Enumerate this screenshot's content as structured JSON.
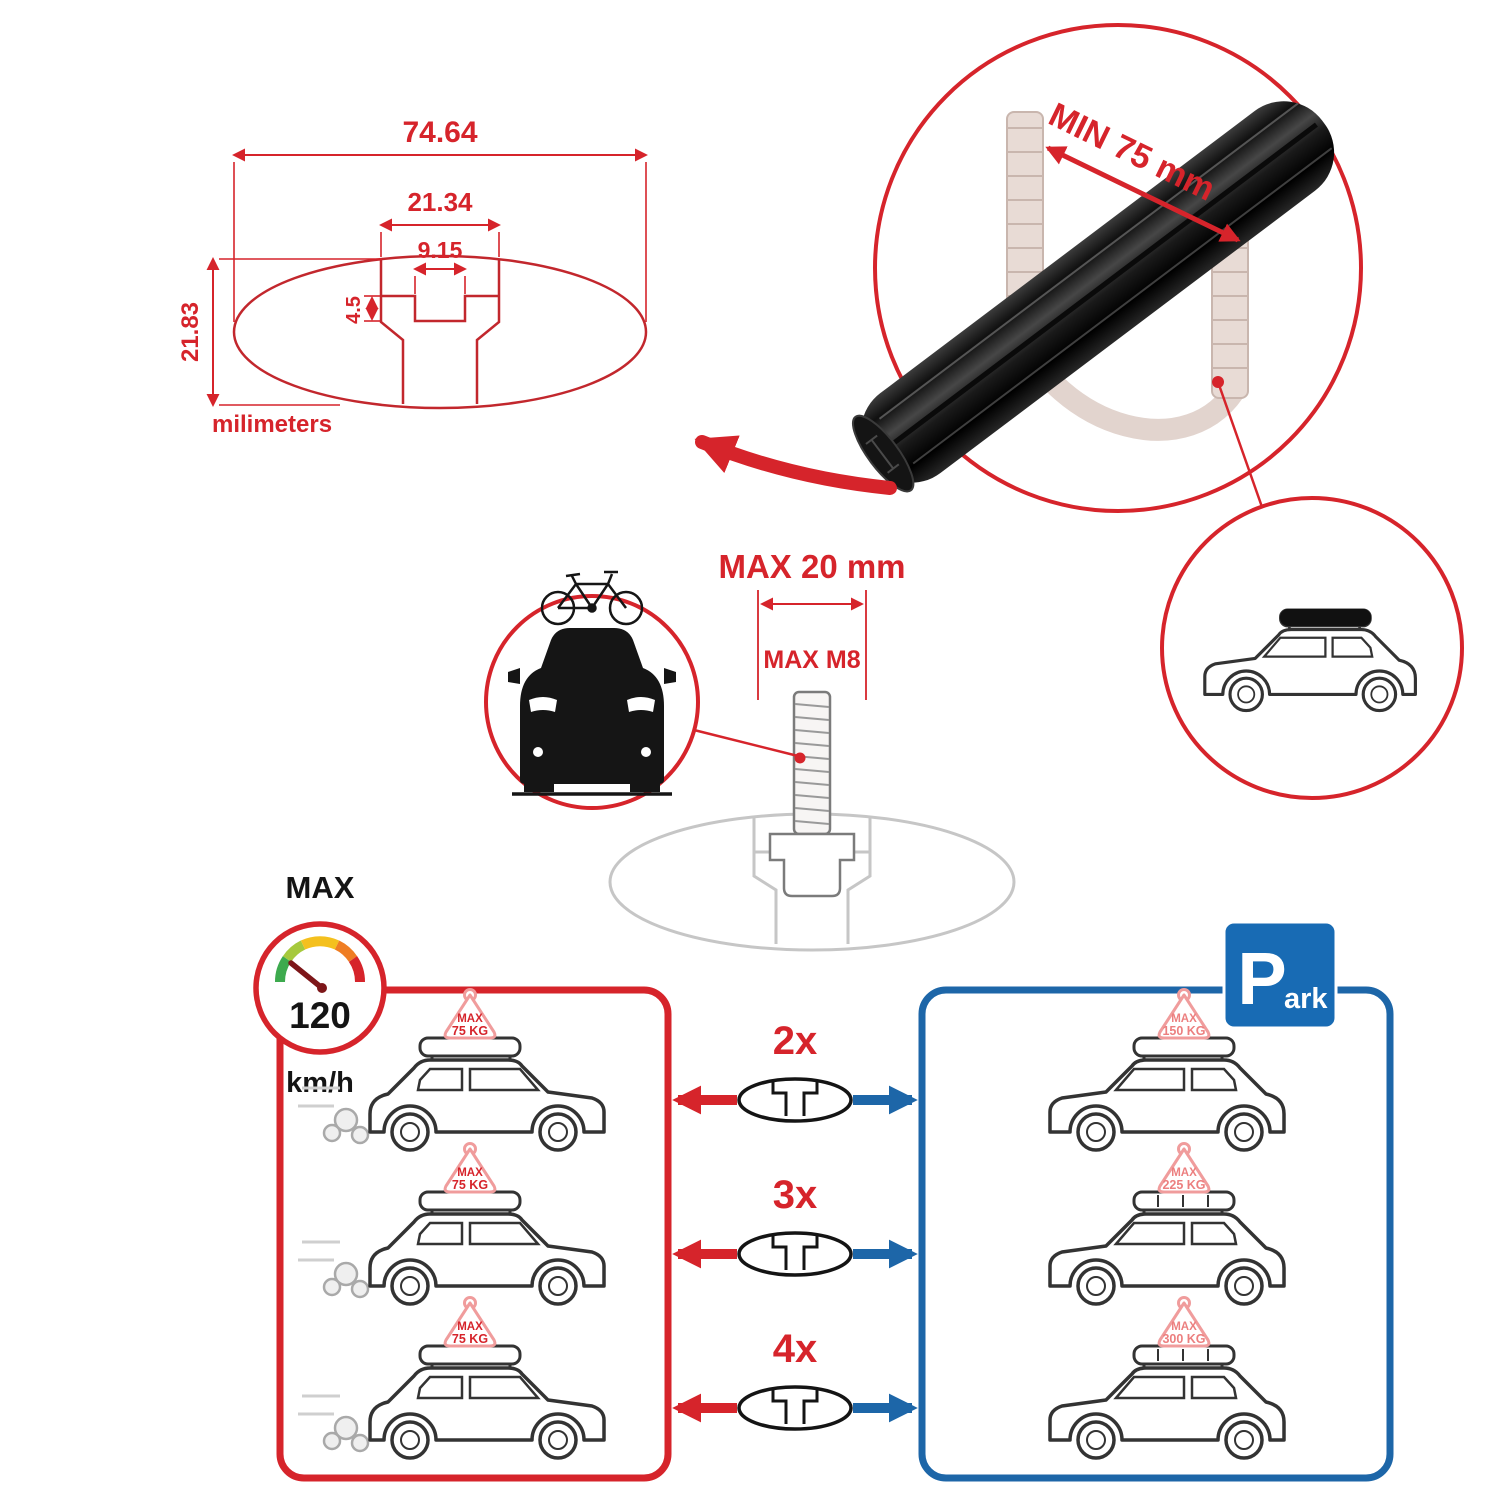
{
  "drawing": {
    "dim_total_width": "74.64",
    "dim_slot_outer": "21.34",
    "dim_slot_inner": "9.15",
    "dim_slot_depth": "4.5",
    "dim_height": "21.83",
    "unit_label": "milimeters"
  },
  "clamp": {
    "min_span_label": "MIN 75 mm"
  },
  "bolt": {
    "max_width_label": "MAX 20 mm",
    "max_thread_label": "MAX M8"
  },
  "speed_limit": {
    "label": "MAX",
    "value": "120",
    "unit": "km/h"
  },
  "park_sign": {
    "letter": "P",
    "suffix": "ark"
  },
  "crossbar_counts": [
    {
      "label": "2x"
    },
    {
      "label": "3x"
    },
    {
      "label": "4x"
    }
  ],
  "driving_cars": [
    {
      "tag_line1": "MAX",
      "tag_line2": "75 KG"
    },
    {
      "tag_line1": "MAX",
      "tag_line2": "75 KG"
    },
    {
      "tag_line1": "MAX",
      "tag_line2": "75 KG"
    }
  ],
  "parked_cars": [
    {
      "tag_line1": "MAX",
      "tag_line2": "150 KG"
    },
    {
      "tag_line1": "MAX",
      "tag_line2": "225 KG"
    },
    {
      "tag_line1": "MAX",
      "tag_line2": "300 KG"
    }
  ],
  "colors": {
    "red": "#d6242b",
    "blue": "#1d66a8",
    "park_blue": "#186bb4",
    "profile_red": "#c2272d",
    "gray": "#c6c6c6",
    "black": "#141414"
  }
}
